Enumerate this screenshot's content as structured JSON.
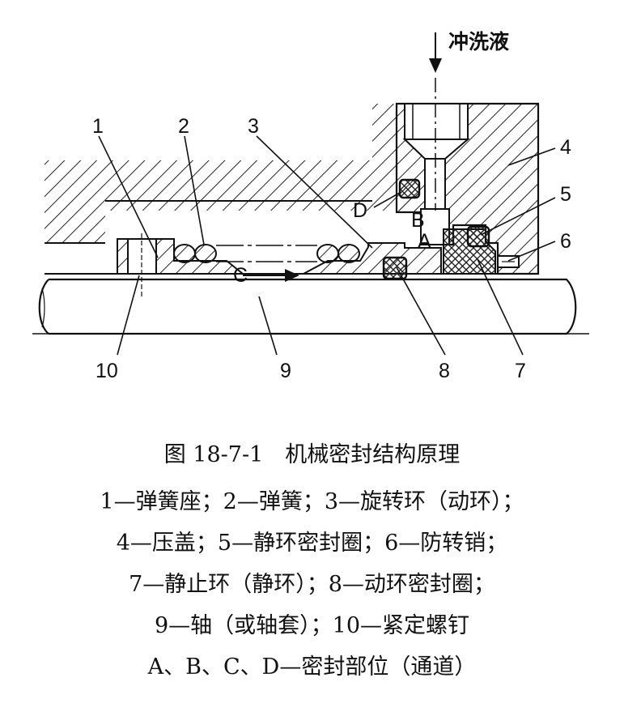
{
  "diagram": {
    "flush_label": "冲洗液",
    "part_numbers": [
      "1",
      "2",
      "3",
      "4",
      "5",
      "6",
      "7",
      "8",
      "9",
      "10"
    ],
    "passage_labels": {
      "a": "A",
      "b": "B",
      "c": "C",
      "d": "D"
    }
  },
  "caption": {
    "title": "图 18-7-1　机械密封结构原理",
    "legend": [
      "1—弹簧座；2—弹簧；3—旋转环（动环）；",
      "4—压盖；5—静环密封圈；6—防转销；",
      "7—静止环（静环）；8—动环密封圈；",
      "9—轴（或轴套）；10—紧定螺钉",
      "A、B、C、D—密封部位（通道）"
    ]
  }
}
